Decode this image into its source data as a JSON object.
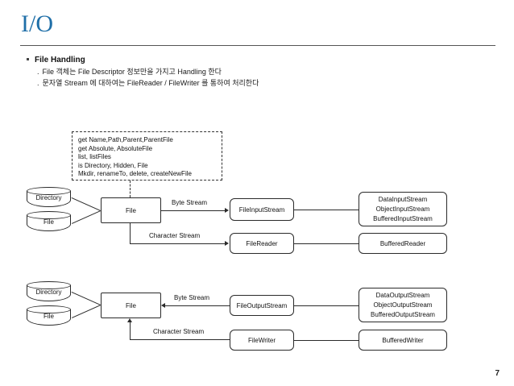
{
  "slide": {
    "title": "I/O",
    "page_number": "7"
  },
  "bullets": {
    "level1": "File Handling",
    "level2": [
      "File 객체는 File Descriptor 정보만을 가지고 Handling 한다",
      "문자열 Stream 에 대하여는 FileReader / FileWriter 를 통하여 처리한다"
    ],
    "marker_dot": "."
  },
  "methods_box": {
    "lines": [
      "get Name,Path,Parent,ParentFile",
      "get Absolute, AbsoluteFile",
      "list, listFiles",
      "is Directory, Hidden, File",
      "Mkdir, renameTo, delete, createNewFile"
    ]
  },
  "input_diagram": {
    "sources": [
      {
        "label": "Directory"
      },
      {
        "label": "File"
      }
    ],
    "center": "File",
    "edges": [
      {
        "label": "Byte Stream"
      },
      {
        "label": "Character Stream"
      }
    ],
    "stage2": [
      {
        "label": "FileInputStream"
      },
      {
        "label": "FileReader"
      }
    ],
    "stage3": [
      {
        "lines": [
          "DataInputStream",
          "ObjectInputStream",
          "BufferedInputStream"
        ]
      },
      {
        "lines": [
          "BufferedReader"
        ]
      }
    ]
  },
  "output_diagram": {
    "sources": [
      {
        "label": "Directory"
      },
      {
        "label": "File"
      }
    ],
    "center": "File",
    "edges": [
      {
        "label": "Byte Stream"
      },
      {
        "label": "Character Stream"
      }
    ],
    "stage2": [
      {
        "label": "FileOutputStream"
      },
      {
        "label": "FileWriter"
      }
    ],
    "stage3": [
      {
        "lines": [
          "DataOutputStream",
          "ObjectOutputStream",
          "BufferedOutputStream"
        ]
      },
      {
        "lines": [
          "BufferedWriter"
        ]
      }
    ]
  },
  "colors": {
    "title": "#1f6fa8",
    "line": "#2a2a2a",
    "text": "#111111"
  }
}
